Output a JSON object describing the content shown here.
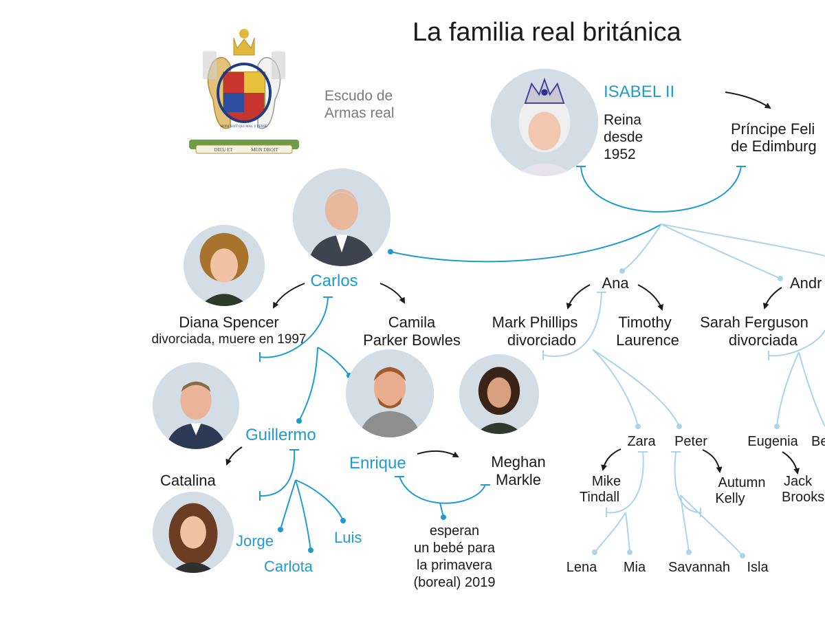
{
  "title": "La familia real británica",
  "coat_of_arms": {
    "caption_line1": "Escudo de",
    "caption_line2": "Armas real",
    "motto_left": "DIEU ET",
    "motto_right": "MON DROIT",
    "garter_text": "HONI SOIT QUI MAL Y PENSE"
  },
  "queen": {
    "name": "ISABEL II",
    "line1": "Reina",
    "line2": "desde",
    "line3": "1952"
  },
  "philip": {
    "line1": "Príncipe Feli",
    "line2": "de Edimburg"
  },
  "charles": {
    "name": "Carlos"
  },
  "diana": {
    "name": "Diana Spencer",
    "note": "divorciada, muere en 1997"
  },
  "camilla": {
    "line1": "Camila",
    "line2": "Parker Bowles"
  },
  "william": {
    "name": "Guillermo"
  },
  "catherine": {
    "name": "Catalina"
  },
  "william_children": [
    "Jorge",
    "Carlota",
    "Luis"
  ],
  "harry": {
    "name": "Enrique"
  },
  "meghan": {
    "line1": "Meghan",
    "line2": "Markle"
  },
  "baby_note": [
    "esperan",
    "un bebé para",
    "la primavera",
    "(boreal) 2019"
  ],
  "anne": {
    "name": "Ana"
  },
  "mark_phillips": {
    "line1": "Mark Phillips",
    "line2": "divorciado"
  },
  "timothy": {
    "line1": "Timothy",
    "line2": "Laurence"
  },
  "zara": {
    "name": "Zara"
  },
  "peter": {
    "name": "Peter"
  },
  "mike": {
    "line1": "Mike",
    "line2": "Tindall"
  },
  "autumn": {
    "line1": "Autumn",
    "line2": "Kelly"
  },
  "zara_children": [
    "Lena",
    "Mia"
  ],
  "peter_children": [
    "Savannah",
    "Isla"
  ],
  "andrew": {
    "name": "Andr"
  },
  "sarah": {
    "line1": "Sarah Ferguson",
    "line2": "divorciada"
  },
  "eugenia": {
    "name": "Eugenia"
  },
  "beatrice_partial": {
    "name": "Be"
  },
  "jack": {
    "line1": "Jack",
    "line2": "Brooks"
  },
  "colors": {
    "blue": "#1f9bcf",
    "light_blue": "#a9d4ea",
    "text": "#1a1a1a",
    "grey": "#7a7a7a",
    "photo_bg": "#d2dde6"
  }
}
